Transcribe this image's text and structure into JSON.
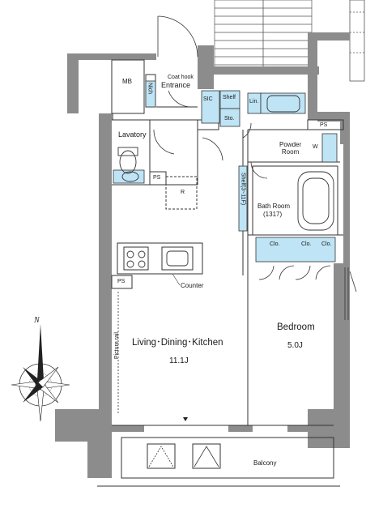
{
  "rooms": {
    "mb": "MB",
    "nich": "Nich",
    "coat_hook": "Coat hook",
    "entrance": "Entrance",
    "sic": "SIC",
    "shelf_entry": "Shelf",
    "sto": "Sto.",
    "lin": "Lin.",
    "ps_top": "PS",
    "lavatory": "Lavatory",
    "ps_lav": "PS",
    "r": "R",
    "powder_room": "Powder\nRoom",
    "w": "W",
    "shelf_vertical": "Shelf(3~11F)",
    "bath_room": "Bath Room",
    "bath_size": "(1317)",
    "clo_1": "Clo.",
    "clo_2": "Clo.",
    "clo_3": "Clo.",
    "ps_kitchen": "PS",
    "counter": "Counter",
    "picture_rail": "Picture rail",
    "ldk": "Living･Dining･Kitchen",
    "ldk_size": "11.1J",
    "bedroom": "Bedroom",
    "bedroom_size": "5.0J",
    "balcony": "Balcony",
    "north": "N"
  },
  "colors": {
    "wall": "#8c8c8c",
    "storage": "#bfe4f5",
    "line": "#333333"
  }
}
